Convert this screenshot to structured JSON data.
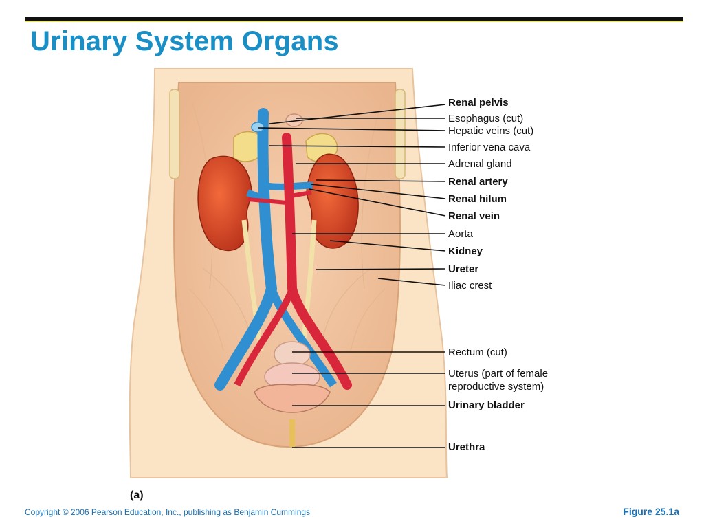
{
  "slide": {
    "title": "Urinary System Organs",
    "panel_letter": "(a)",
    "copyright": "Copyright © 2006 Pearson Education, Inc., publishing as Benjamin Cummings",
    "figure_ref": "Figure 25.1a"
  },
  "labels": [
    {
      "text": "Renal pelvis",
      "bold": true
    },
    {
      "text": "Esophagus (cut)",
      "bold": false
    },
    {
      "text": "Hepatic veins (cut)",
      "bold": false
    },
    {
      "text": "Inferior vena cava",
      "bold": false
    },
    {
      "text": "Adrenal gland",
      "bold": false
    },
    {
      "text": "Renal artery",
      "bold": true
    },
    {
      "text": "Renal hilum",
      "bold": true
    },
    {
      "text": "Renal vein",
      "bold": true
    },
    {
      "text": "Aorta",
      "bold": false
    },
    {
      "text": "Kidney",
      "bold": true
    },
    {
      "text": "Ureter",
      "bold": true
    },
    {
      "text": "Iliac crest",
      "bold": false
    },
    {
      "text": "Rectum (cut)",
      "bold": false
    },
    {
      "text": "Uterus (part of female",
      "bold": false
    },
    {
      "text": "reproductive system)",
      "bold": false
    },
    {
      "text": "Urinary bladder",
      "bold": true
    },
    {
      "text": "Urethra",
      "bold": true
    }
  ],
  "colors": {
    "title": "#1a8fc6",
    "footer": "#1a6fb0",
    "kidney": "#d9421f",
    "artery": "#d8263a",
    "vein": "#2f8fd0",
    "skin": "#f8dcb8"
  }
}
